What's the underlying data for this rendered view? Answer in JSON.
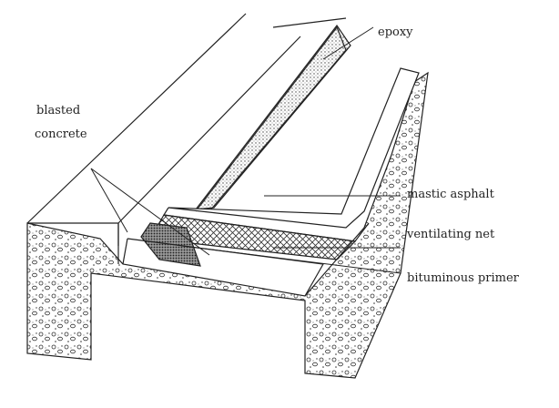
{
  "labels": {
    "epoxy": "epoxy",
    "blasted": "blasted",
    "concrete": "concrete",
    "mastic_asphalt": "mastic asphalt",
    "ventilating_net": "ventilating net",
    "bituminous_primer": "bituminous primer"
  }
}
